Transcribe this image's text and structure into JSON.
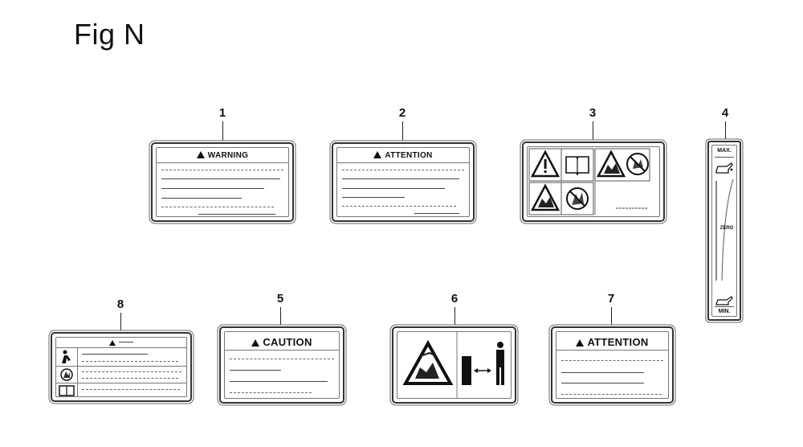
{
  "figure": {
    "title": "Fig N"
  },
  "callouts": [
    "1",
    "2",
    "3",
    "4",
    "5",
    "6",
    "7",
    "8"
  ],
  "labels": {
    "label1": {
      "header": "WARNING"
    },
    "label2": {
      "header": "ATTENTION"
    },
    "label4": {
      "top": "MAX.",
      "middle": "ZERO",
      "bottom": "MIN."
    },
    "label5": {
      "header": "CAUTION"
    },
    "label7": {
      "header": "ATTENTION"
    }
  },
  "icons": {
    "label3": [
      "warning-triangle-icon",
      "manual-book-icon",
      "hand-hazard-icon",
      "no-hands-icon",
      "hand-hazard-icon",
      "no-tools-icon"
    ],
    "label4": [
      "oil-can-icon",
      "oil-can-icon"
    ],
    "label6": [
      "hand-hazard-icon",
      "block-icon",
      "double-arrow-icon",
      "person-icon"
    ],
    "label8": [
      "warning-triangle-icon",
      "person-hazard-icon",
      "hazard-icon",
      "manual-book-icon"
    ]
  }
}
